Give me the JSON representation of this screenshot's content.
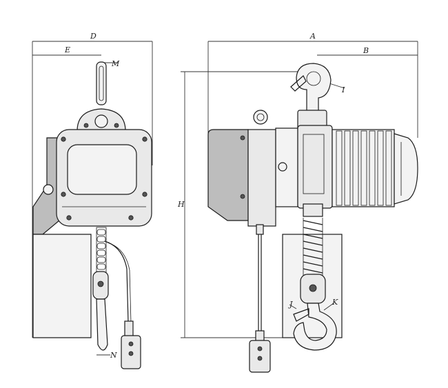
{
  "labels": {
    "D": "D",
    "E": "E",
    "M": "M",
    "N": "N",
    "A": "A",
    "B": "B",
    "I": "I",
    "H": "H",
    "J": "J",
    "K": "K"
  }
}
